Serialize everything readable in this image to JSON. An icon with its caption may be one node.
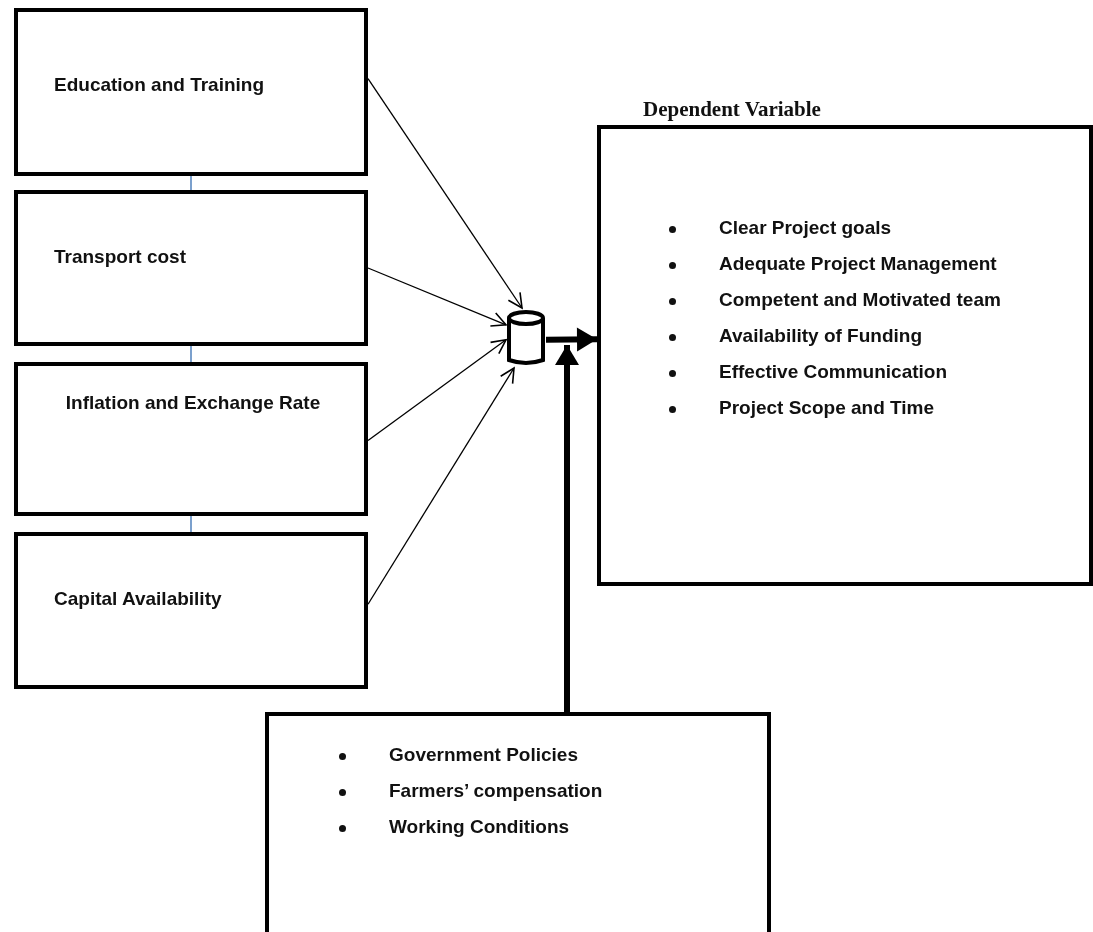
{
  "diagram": {
    "nodes": [
      {
        "text": [
          "Education and Training"
        ]
      },
      {
        "text": [
          "Transport cost"
        ]
      },
      {
        "text": [
          "Inflation and Exchange Rate"
        ]
      },
      {
        "text": [
          "Capital Availability"
        ]
      },
      {
        "text": [],
        "shape": "cylinder"
      },
      {
        "text": [
          "Dependent Variable",
          "Clear Project goals",
          "Adequate Project Management",
          "Competent and Motivated team",
          "Availability of Funding",
          "Effective Communication",
          "Project Scope and Time"
        ]
      },
      {
        "text": [
          "Government Policies",
          "Farmers’ compensation",
          "Working Conditions"
        ]
      }
    ],
    "edges": [
      {
        "from": 0,
        "to": 1,
        "arrow": "none",
        "color": "#4f81bd"
      },
      {
        "from": 1,
        "to": 2,
        "arrow": "none",
        "color": "#4f81bd"
      },
      {
        "from": 2,
        "to": 3,
        "arrow": "none",
        "color": "#4f81bd"
      },
      {
        "from": 0,
        "to": 4,
        "arrow": "to"
      },
      {
        "from": 1,
        "to": 4,
        "arrow": "to"
      },
      {
        "from": 2,
        "to": 4,
        "arrow": "to"
      },
      {
        "from": 3,
        "to": 4,
        "arrow": "to"
      },
      {
        "from": 4,
        "to": 5,
        "arrow": "to",
        "style": "thick"
      },
      {
        "from": 6,
        "to": 4,
        "arrow": "to",
        "style": "thick"
      }
    ]
  }
}
